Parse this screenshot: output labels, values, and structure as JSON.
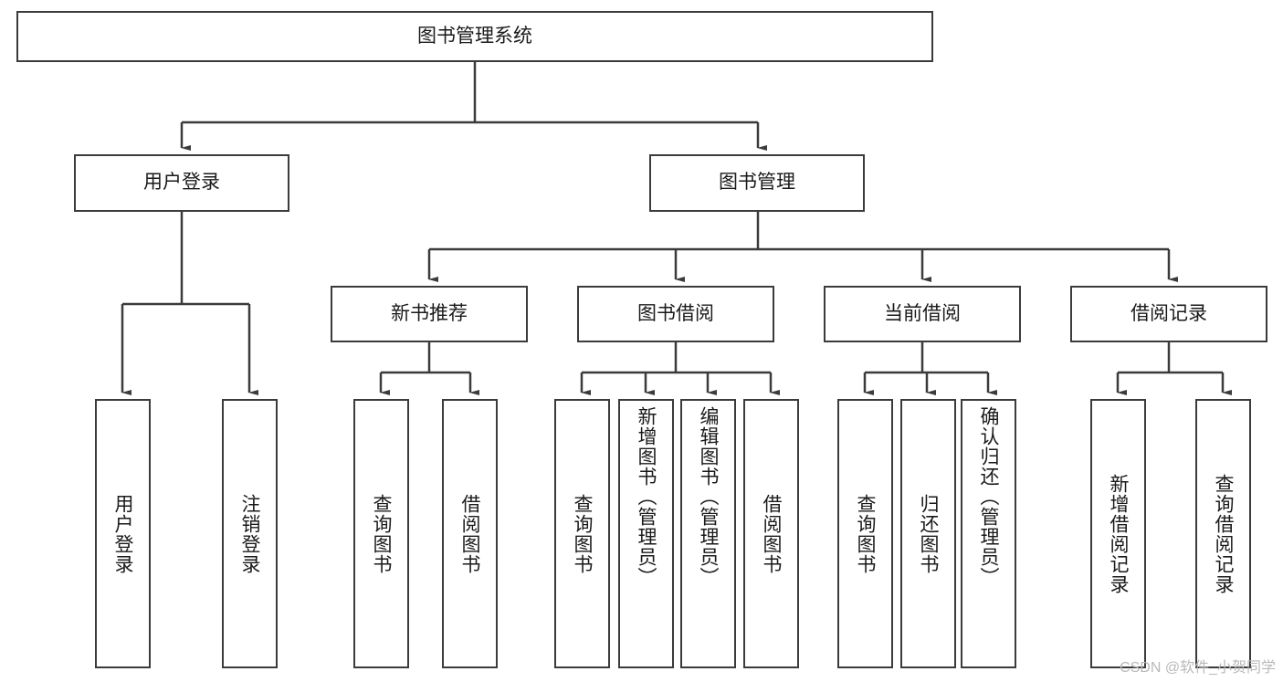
{
  "diagram": {
    "type": "tree-hierarchy",
    "title": "图书管理系统",
    "watermark": "CSDN @软件_小贺同学",
    "colors": {
      "box_border": "#3b3b3b",
      "box_fill": "#ffffff",
      "connector": "#3b3b3b",
      "text": "#1a1a1a",
      "watermark": "#b9b9b9",
      "background": "#ffffff"
    },
    "root": {
      "id": "root",
      "label": "图书管理系统"
    },
    "level2": [
      {
        "id": "l2-0",
        "label": "用户登录"
      },
      {
        "id": "l2-1",
        "label": "图书管理"
      }
    ],
    "level3": [
      {
        "id": "l3-0",
        "label": "新书推荐",
        "parent": "l2-1"
      },
      {
        "id": "l3-1",
        "label": "图书借阅",
        "parent": "l2-1"
      },
      {
        "id": "l3-2",
        "label": "当前借阅",
        "parent": "l2-1"
      },
      {
        "id": "l3-3",
        "label": "借阅记录",
        "parent": "l2-1"
      }
    ],
    "leaves": [
      {
        "id": "leaf-0",
        "label": "用户登录",
        "parent": "l2-0"
      },
      {
        "id": "leaf-1",
        "label": "注销登录",
        "parent": "l2-0"
      },
      {
        "id": "leaf-2",
        "label": "查询图书",
        "parent": "l3-0"
      },
      {
        "id": "leaf-3",
        "label": "借阅图书",
        "parent": "l3-0"
      },
      {
        "id": "leaf-4",
        "label": "查询图书",
        "parent": "l3-1"
      },
      {
        "id": "leaf-5",
        "label": "新增图书（管理员）",
        "parent": "l3-1"
      },
      {
        "id": "leaf-6",
        "label": "编辑图书（管理员）",
        "parent": "l3-1"
      },
      {
        "id": "leaf-7",
        "label": "借阅图书",
        "parent": "l3-1"
      },
      {
        "id": "leaf-8",
        "label": "查询图书",
        "parent": "l3-2"
      },
      {
        "id": "leaf-9",
        "label": "归还图书",
        "parent": "l3-2"
      },
      {
        "id": "leaf-10",
        "label": "确认归还（管理员）",
        "parent": "l3-2"
      },
      {
        "id": "leaf-11",
        "label": "新增借阅记录",
        "parent": "l3-3"
      },
      {
        "id": "leaf-12",
        "label": "查询借阅记录",
        "parent": "l3-3"
      }
    ]
  }
}
